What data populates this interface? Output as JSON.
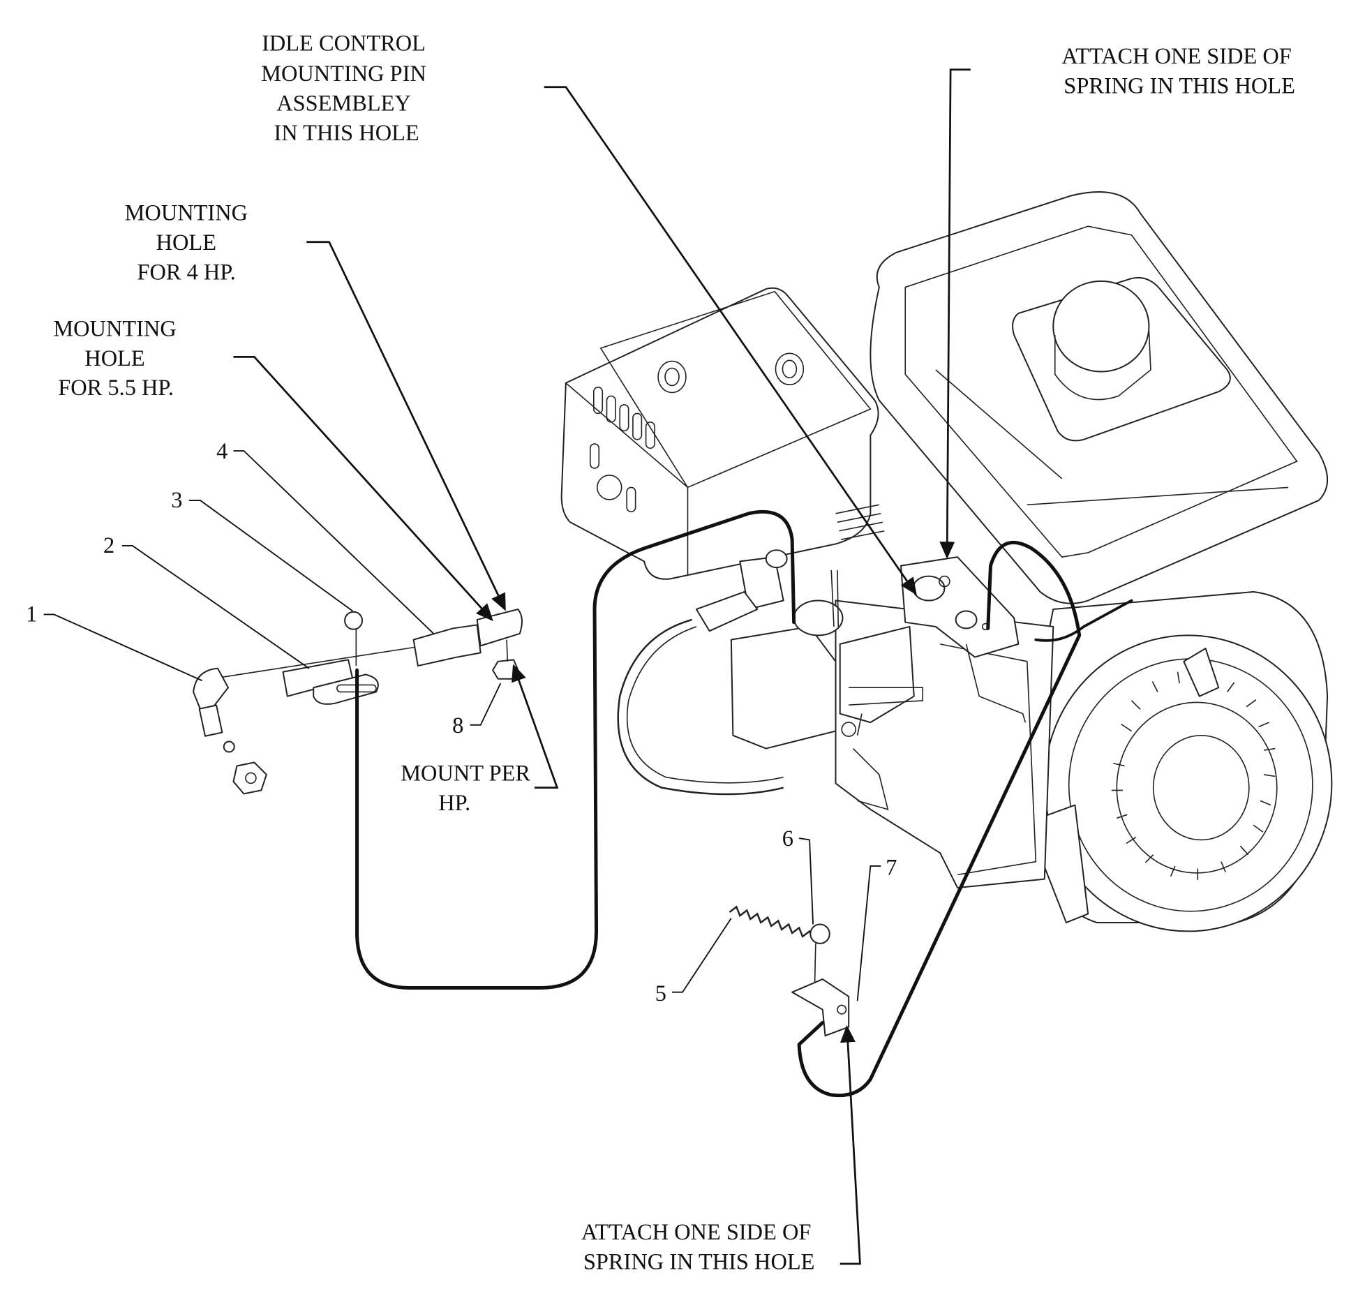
{
  "callouts": {
    "idle_control": [
      "IDLE CONTROL",
      "MOUNTING PIN",
      "ASSEMBLEY",
      "IN THIS HOLE"
    ],
    "attach_top": [
      "ATTACH ONE SIDE OF",
      "SPRING IN THIS HOLE"
    ],
    "hole_4hp": [
      "MOUNTING",
      "HOLE",
      "FOR 4 HP."
    ],
    "hole_55hp": [
      "MOUNTING",
      "HOLE",
      "FOR 5.5 HP."
    ],
    "mount_per_hp": [
      "MOUNT PER",
      "HP."
    ],
    "attach_bottom": [
      "ATTACH ONE SIDE OF",
      "SPRING IN THIS HOLE"
    ]
  },
  "part_numbers": [
    "1",
    "2",
    "3",
    "4",
    "5",
    "6",
    "7",
    "8"
  ]
}
